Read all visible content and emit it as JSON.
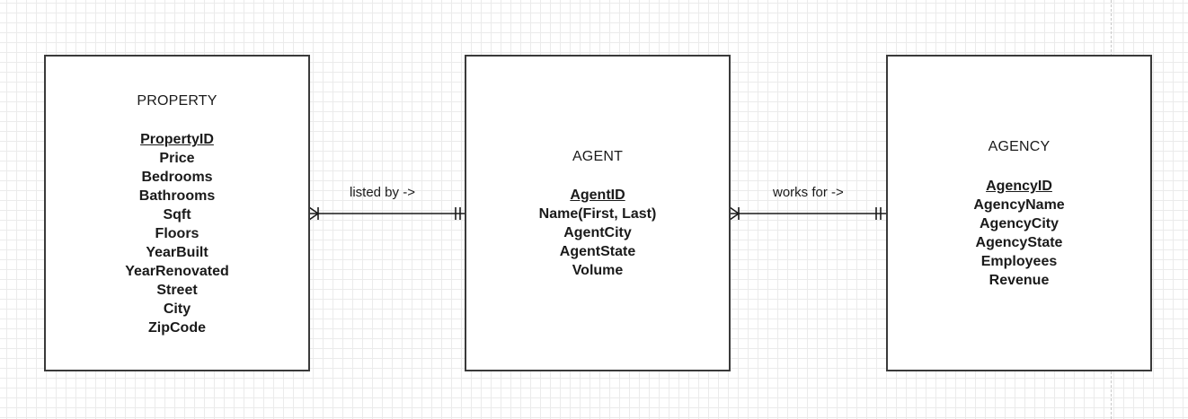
{
  "entities": {
    "property": {
      "title": "PROPERTY",
      "primary_key": "PropertyID",
      "attributes": [
        "Price",
        "Bedrooms",
        "Bathrooms",
        "Sqft",
        "Floors",
        "YearBuilt",
        "YearRenovated",
        "Street",
        "City",
        "ZipCode"
      ]
    },
    "agent": {
      "title": "AGENT",
      "primary_key": "AgentID",
      "attributes": [
        "Name(First, Last)",
        "AgentCity",
        "AgentState",
        "Volume"
      ]
    },
    "agency": {
      "title": "AGENCY",
      "primary_key": "AgencyID",
      "attributes": [
        "AgencyName",
        "AgencyCity",
        "AgencyState",
        "Employees",
        "Revenue"
      ]
    }
  },
  "relationships": {
    "property_agent": {
      "label": "listed by ->",
      "from_cardinality": "many",
      "to_cardinality": "one-and-only-one"
    },
    "agent_agency": {
      "label": "works for ->",
      "from_cardinality": "many",
      "to_cardinality": "one-and-only-one"
    }
  },
  "colors": {
    "grid_minor": "#ebebeb",
    "grid_major": "#d8d8d8",
    "border": "#3a3a3a",
    "text": "#1a1a1a"
  }
}
